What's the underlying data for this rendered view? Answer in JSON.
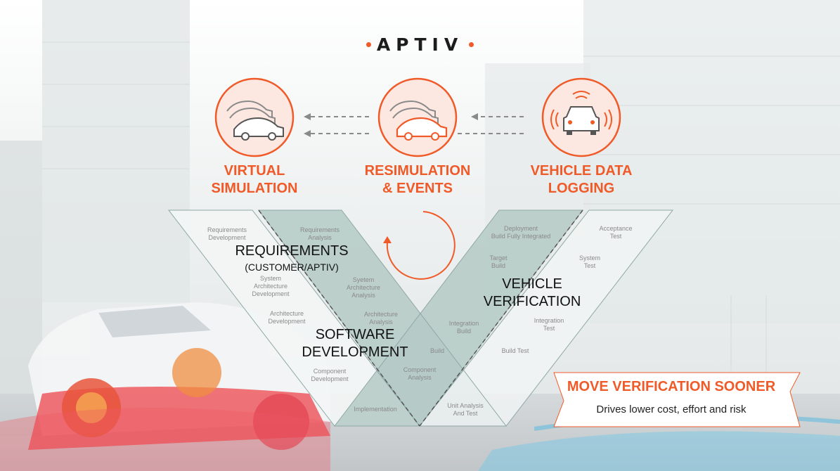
{
  "brand": {
    "name": "APTIV"
  },
  "stages": [
    {
      "label_line1": "VIRTUAL",
      "label_line2": "SIMULATION",
      "icon": "car-stack-icon"
    },
    {
      "label_line1": "RESIMULATION",
      "label_line2": "& EVENTS",
      "icon": "car-stack-highlight-icon"
    },
    {
      "label_line1": "VEHICLE DATA",
      "label_line2": "LOGGING",
      "icon": "connected-car-icon"
    }
  ],
  "v_model": {
    "requirements": {
      "title": "REQUIREMENTS",
      "subtitle": "(CUSTOMER/APTIV)"
    },
    "software": {
      "line1": "SOFTWARE",
      "line2": "DEVELOPMENT"
    },
    "verification": {
      "line1": "VEHICLE",
      "line2": "VERIFICATION"
    },
    "steps": {
      "req_dev": [
        "Requirements",
        "Development"
      ],
      "req_analysis": [
        "Requirements",
        "Analysis"
      ],
      "sys_arch_dev": [
        "System",
        "Architecture",
        "Development"
      ],
      "sys_arch_analysis": [
        "Syetem",
        "Architecture",
        "Analysis"
      ],
      "arch_dev": [
        "Architecture",
        "Development"
      ],
      "arch_analysis": [
        "Architecture",
        "Analysis"
      ],
      "comp_dev": [
        "Component",
        "Development"
      ],
      "comp_analysis": [
        "Component",
        "Analysis"
      ],
      "build": "Build",
      "implementation": "Implementation",
      "unit": [
        "Unit Analysis",
        "And Test"
      ],
      "deployment": [
        "Deployment",
        "Build Fully Integrated"
      ],
      "target": [
        "Target",
        "Build"
      ],
      "integration_build": [
        "Integration",
        "Build"
      ],
      "acceptance": [
        "Acceptance",
        "Test"
      ],
      "system_test": [
        "System",
        "Test"
      ],
      "integration_test": [
        "Integration",
        "Test"
      ],
      "build_test": "Build Test"
    }
  },
  "callout": {
    "title": "MOVE VERIFICATION SOONER",
    "subtitle": "Drives lower cost, effort and risk"
  },
  "colors": {
    "accent": "#f05a28",
    "teal": "#b8ccc8",
    "light": "#f3f5f5"
  }
}
